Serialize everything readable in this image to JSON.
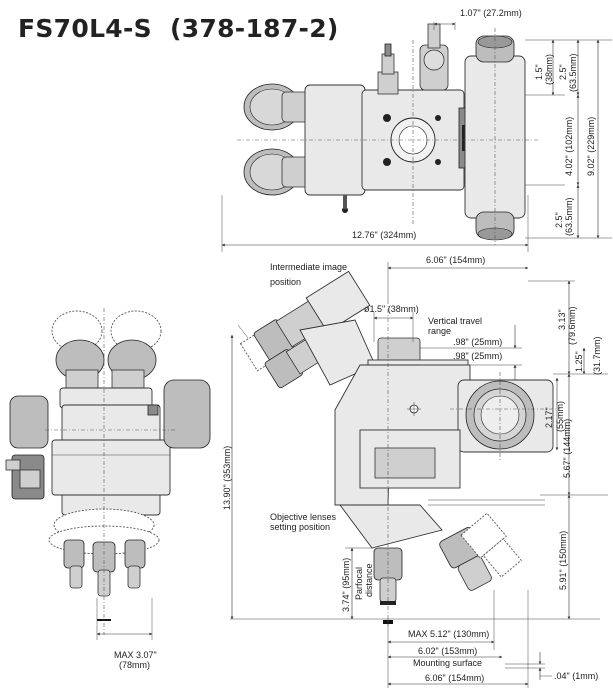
{
  "title": "FS70L4-S  (378-187-2)",
  "top_view": {
    "dim_width": "1.07\" (27.2mm)",
    "dim_a": "1.5\"",
    "dim_a_mm": "(38mm)",
    "dim_b": "2.5\"",
    "dim_b_mm": "(63.5mm)",
    "dim_c": "4.02\" (102mm)",
    "dim_d": "9.02\" (229mm)",
    "dim_e": "2.5\"",
    "dim_e_mm": "(63.5mm)"
  },
  "side_view": {
    "overall_width": "12.76\" (324mm)",
    "intermediate_label_1": "Intermediate image",
    "intermediate_label_2": "position",
    "intermediate_dim": "6.06\" (154mm)",
    "eyepiece_dia": "ø1.5\" (38mm)",
    "vertical_travel_1": "Vertical travel",
    "vertical_travel_2": "range",
    "travel_a": ".98\" (25mm)",
    "travel_b": ".98\" (25mm)",
    "dim_313": "3.13\"",
    "dim_313_mm": "(79.6mm)",
    "dim_125": "1.25\"",
    "dim_125_mm": "(31.7mm)",
    "dim_217": "2.17\"",
    "dim_217_mm": "(55mm)",
    "dim_567": "5.67\" (144mm)",
    "dim_591": "5.91\" (150mm)",
    "dim_1390": "13.90\" (353mm)",
    "objective_label_1": "Objective lenses",
    "objective_label_2": "setting position",
    "dim_374": "3.74\" (95mm)",
    "parfocal_1": "Parfocal",
    "parfocal_2": "distance",
    "max_512": "MAX 5.12\" (130mm)",
    "dim_602": "6.02\" (153mm)",
    "mounting": "Mounting surface",
    "dim_004": ".04\" (1mm)",
    "dim_606": "6.06\" (154mm)"
  },
  "front_view": {
    "max_307": "MAX 3.07\"",
    "max_307_mm": "(78mm)"
  }
}
